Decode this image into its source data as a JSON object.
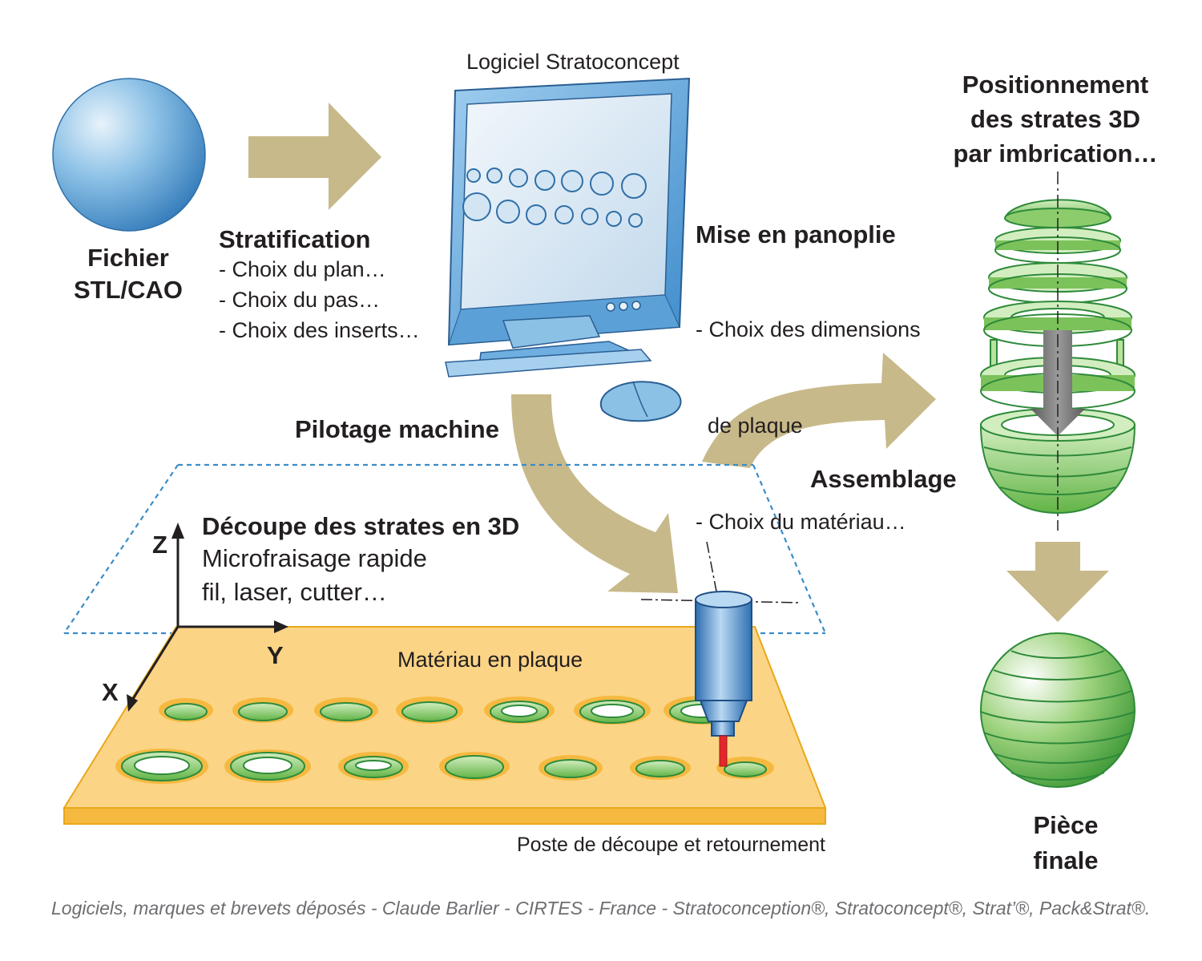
{
  "sphere_input": {
    "label_lines": [
      "Fichier",
      "STL/CAO"
    ]
  },
  "software": {
    "title": "Logiciel Stratoconcept"
  },
  "stratification": {
    "title": "Stratification",
    "items": [
      "- Choix du plan…",
      "- Choix du pas…",
      "- Choix des inserts…"
    ]
  },
  "panoplie": {
    "title": "Mise en panoplie",
    "items": [
      "- Choix des dimensions",
      "  de plaque",
      "- Choix du matériau…"
    ]
  },
  "positioning": {
    "lines": [
      "Positionnement",
      "des strates 3D",
      "par imbrication…"
    ]
  },
  "pilotage": {
    "label": "Pilotage machine"
  },
  "assemblage": {
    "label": "Assemblage"
  },
  "decoupe": {
    "title": "Découpe des strates en 3D",
    "lines": [
      "Microfraisage rapide",
      "fil, laser, cutter…"
    ]
  },
  "axes": {
    "z": "Z",
    "y": "Y",
    "x": "X"
  },
  "plate": {
    "label": "Matériau en plaque"
  },
  "station": {
    "label": "Poste de découpe et retournement"
  },
  "final": {
    "lines": [
      "Pièce",
      "finale"
    ]
  },
  "footer": {
    "credit": "Logiciels, marques et brevets déposés - Claude Barlier - CIRTES - France - Stratoconception®, Stratoconcept®, Strat’®, Pack&Strat®."
  },
  "colors": {
    "arrow": "#c8b98a",
    "plate": "#fcd485",
    "plate_edge": "#e8a81a",
    "green": "#6cc04a",
    "blue_monitor": "#4f9ad6",
    "dashed": "#3a8cc8"
  }
}
